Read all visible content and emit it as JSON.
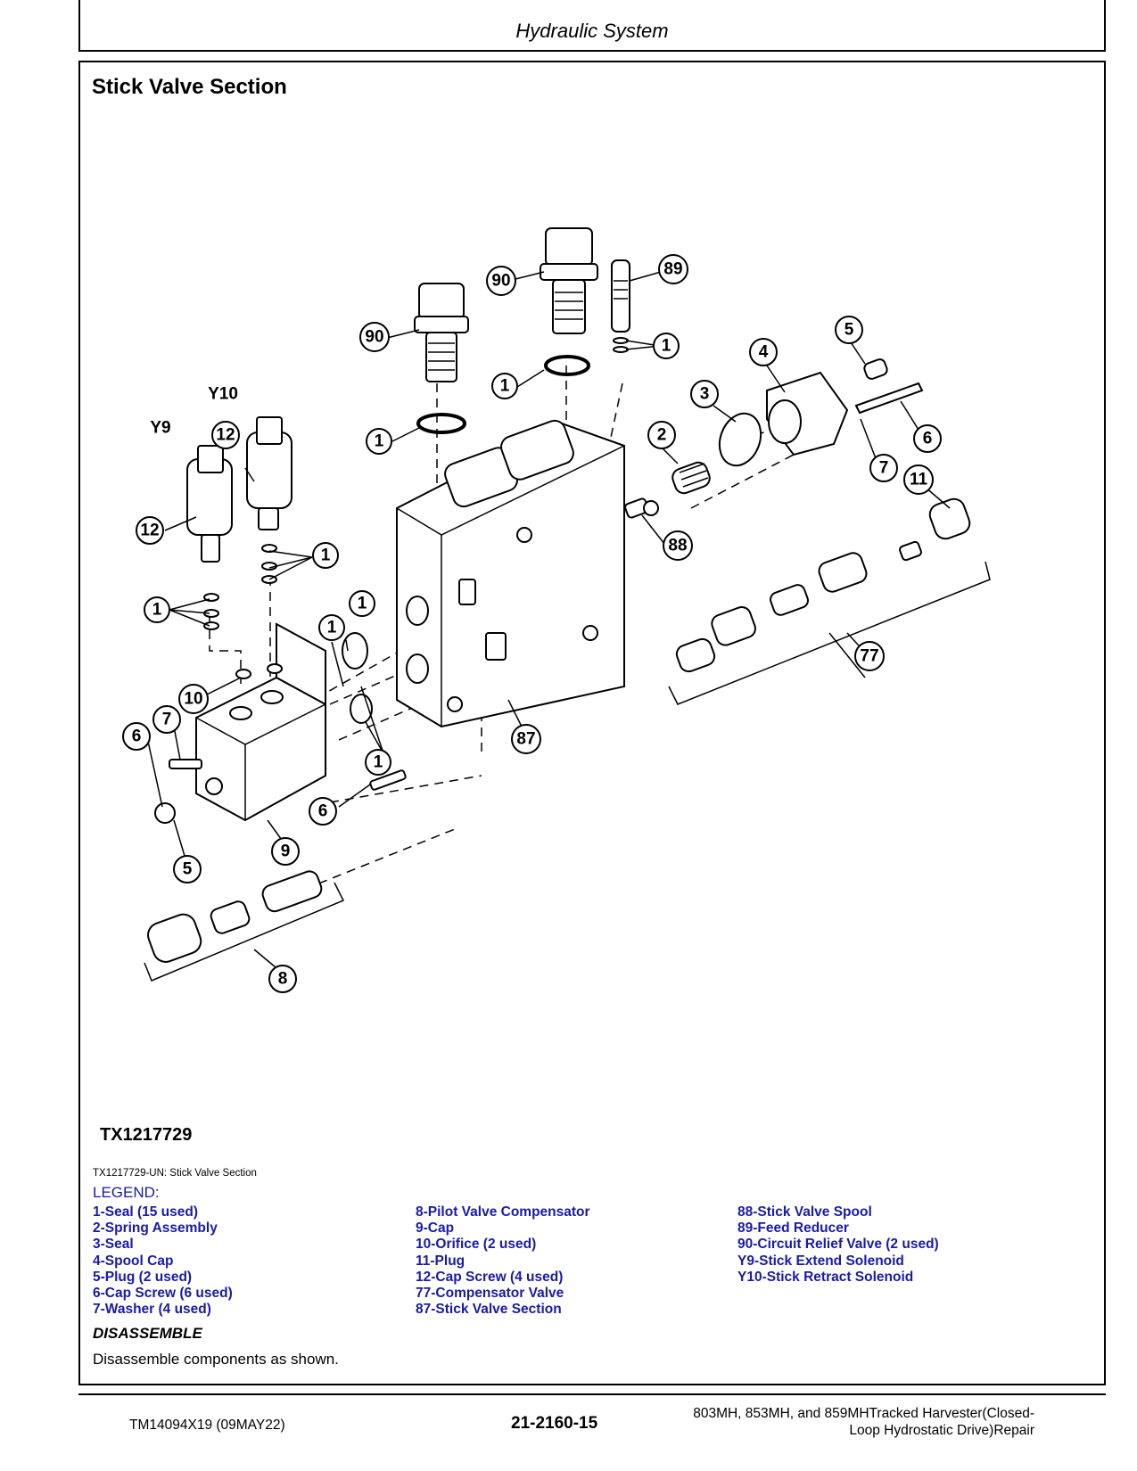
{
  "header": {
    "title": "Hydraulic System"
  },
  "section": {
    "title": "Stick Valve Section"
  },
  "figure": {
    "id": "TX1217729",
    "caption": "TX1217729-UN: Stick Valve Section",
    "callouts": {
      "c90a": "90",
      "c90b": "90",
      "c89": "89",
      "c1a": "1",
      "c1b": "1",
      "c1c": "1",
      "c5a": "5",
      "c4": "4",
      "c3": "3",
      "c2": "2",
      "c6a": "6",
      "c7a": "7",
      "c11": "11",
      "cY10": "Y10",
      "cY9": "Y9",
      "c12a": "12",
      "c12b": "12",
      "c1d": "1",
      "c1e": "1",
      "c88": "88",
      "c1f": "1",
      "c1g": "1",
      "c77": "77",
      "c10": "10",
      "c7b": "7",
      "c6b": "6",
      "c87": "87",
      "c1h": "1",
      "c6c": "6",
      "c9": "9",
      "c5b": "5",
      "c8": "8"
    }
  },
  "legend": {
    "title": "LEGEND:",
    "col1": [
      "1-Seal (15 used)",
      "2-Spring Assembly",
      "3-Seal",
      "4-Spool Cap",
      "5-Plug (2 used)",
      "6-Cap Screw (6 used)",
      "7-Washer (4 used)"
    ],
    "col2": [
      "8-Pilot Valve Compensator",
      "9-Cap",
      "10-Orifice (2 used)",
      "11-Plug",
      "12-Cap Screw (4 used)",
      "77-Compensator Valve",
      "87-Stick Valve Section"
    ],
    "col3": [
      "88-Stick Valve Spool",
      "89-Feed Reducer",
      "90-Circuit Relief Valve (2 used)",
      "Y9-Stick Extend Solenoid",
      "Y10-Stick Retract Solenoid"
    ]
  },
  "procedure": {
    "heading": "DISASSEMBLE",
    "text": "Disassemble components as shown."
  },
  "footer": {
    "manual": "TM14094X19 (09MAY22)",
    "page": "21-2160-15",
    "title_line1": "803MH, 853MH, and 859MHTracked Harvester(Closed-",
    "title_line2": "Loop Hydrostatic Drive)Repair"
  }
}
